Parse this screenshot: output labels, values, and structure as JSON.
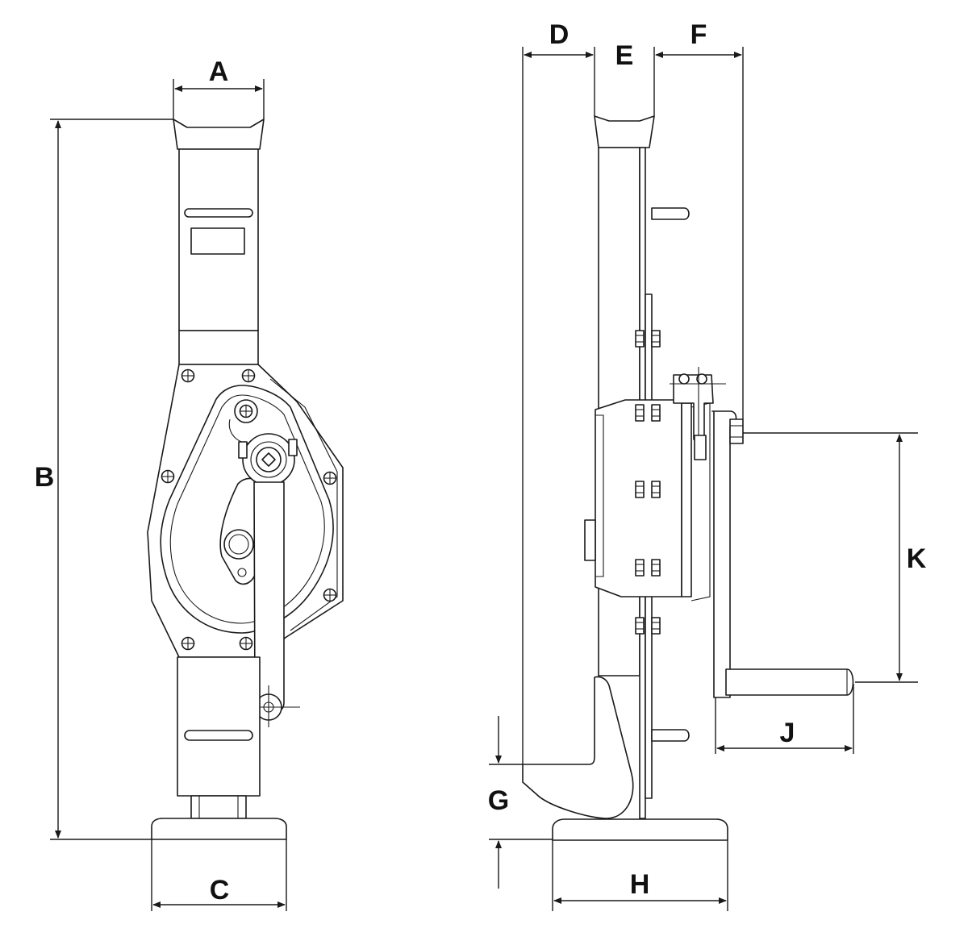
{
  "labels": {
    "A": "A",
    "B": "B",
    "C": "C",
    "D": "D",
    "E": "E",
    "F": "F",
    "G": "G",
    "H": "H",
    "J": "J",
    "K": "K"
  },
  "colors": {
    "line": "#1a1a1a",
    "background": "#ffffff",
    "text": "#111111"
  }
}
